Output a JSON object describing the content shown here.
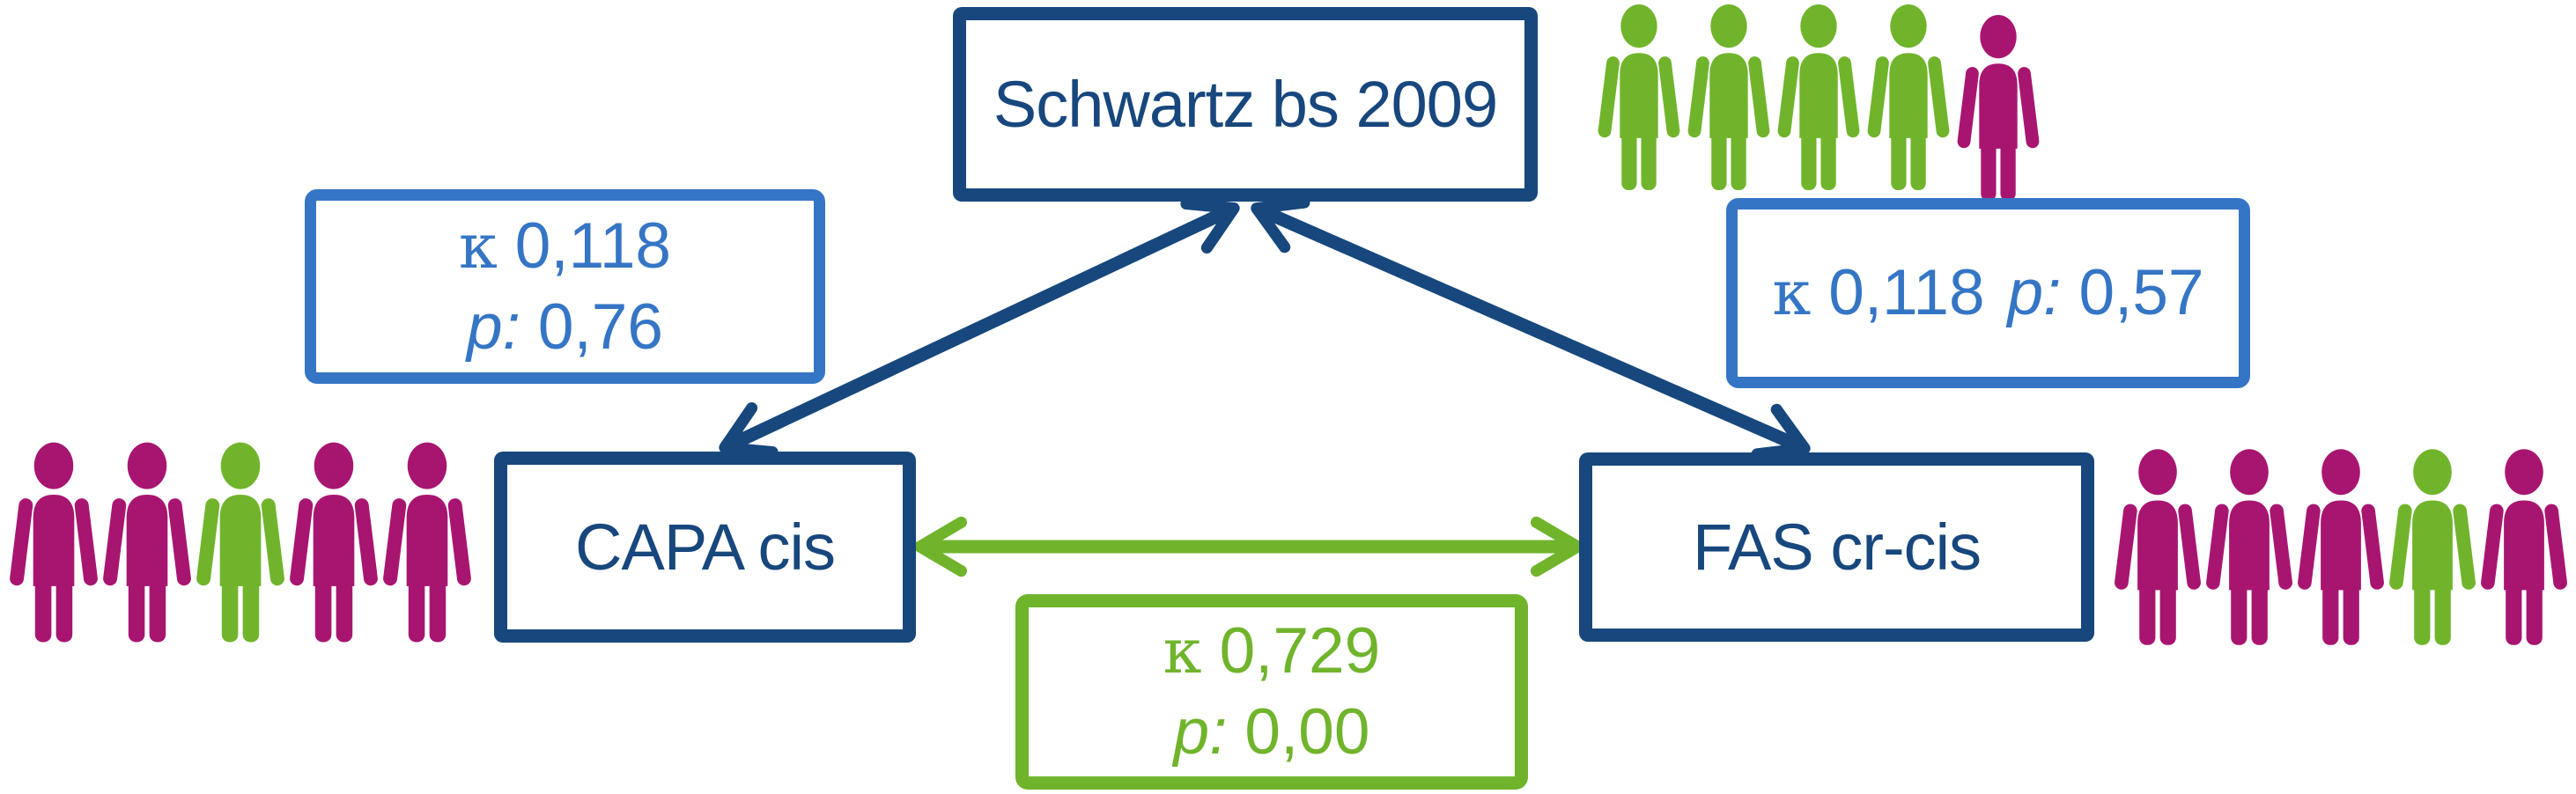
{
  "colors": {
    "navy": "#17477D",
    "blue": "#3575C5",
    "green": "#70B42C",
    "magenta": "#A81570",
    "background": "#FFFFFF"
  },
  "nodes": {
    "schwartz": {
      "label": "Schwartz bs 2009"
    },
    "capa": {
      "label": "CAPA cis"
    },
    "fas": {
      "label": "FAS cr-cis"
    }
  },
  "edge_labels": {
    "capa_schwartz": {
      "kappa_symbol": "κ",
      "kappa_value": "0,118",
      "p_label": "p:",
      "p_value": "0,76"
    },
    "fas_schwartz": {
      "kappa_symbol": "κ",
      "kappa_value": "0,118",
      "p_label": "p:",
      "p_value": "0,57"
    },
    "capa_fas": {
      "kappa_symbol": "κ",
      "kappa_value": "0,729",
      "p_label": "p:",
      "p_value": "0,00"
    }
  },
  "people": {
    "top_right": [
      "green",
      "green",
      "green",
      "green",
      "magenta"
    ],
    "left": [
      "magenta",
      "magenta",
      "green",
      "magenta",
      "magenta"
    ],
    "right": [
      "magenta",
      "magenta",
      "magenta",
      "green",
      "magenta"
    ]
  }
}
